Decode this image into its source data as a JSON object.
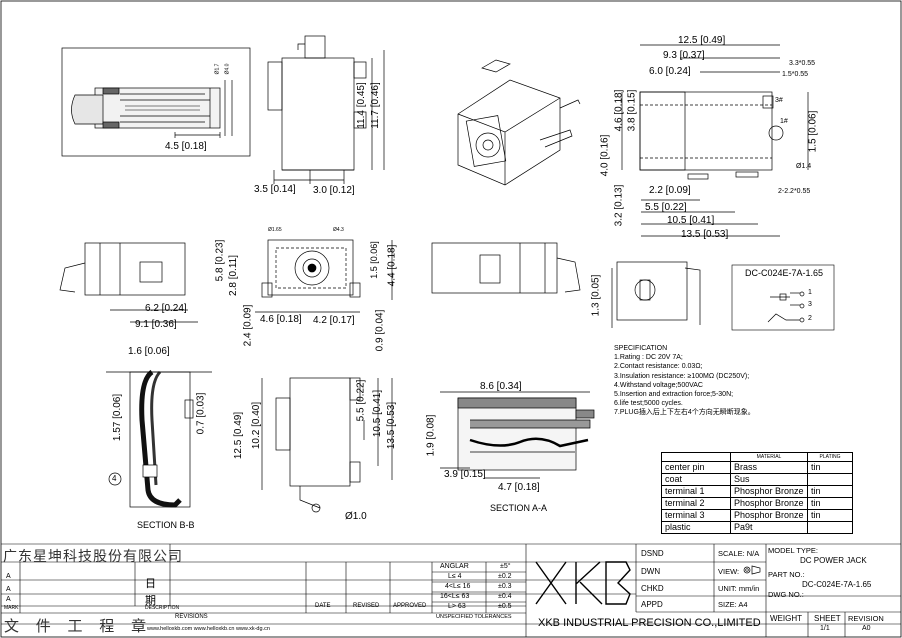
{
  "dims": {
    "d_4_5": "4.5 [0.18]",
    "d_11_4": "11.4 [0.45]",
    "d_11_7": "11.7 [0.46]",
    "d_3_5": "3.5 [0.14]",
    "d_3_0": "3.0 [0.12]",
    "d_phi17": "Ø1.7",
    "d_phi40": "Ø4.0",
    "d_12_5": "12.5 [0.49]",
    "d_9_3": "9.3 [0.37]",
    "d_6_0": "6.0 [0.24]",
    "d_3_3": "3.3*0.55",
    "d_1_5x": "1.5*0.55",
    "d_4_6": "4.6 [0.18]",
    "d_3_8": "3.8 [0.15]",
    "d_4_0": "4.0 [0.16]",
    "d_1_5r": "1.5 [0.06]",
    "d_3_2": "3.2 [0.13]",
    "d_2_2": "2.2 [0.09]",
    "d_5_5a": "5.5 [0.22]",
    "d_10_5a": "10.5 [0.41]",
    "d_13_5a": "13.5 [0.53]",
    "d_phi14": "Ø1.4",
    "d_2_2x": "2-2.2*0.55",
    "d_6_2": "6.2 [0.24]",
    "d_9_1": "9.1 [0.36]",
    "d_5_8": "5.8 [0.23]",
    "d_2_8": "2.8 [0.11]",
    "d_2_4": "2.4 [0.09]",
    "d_4_6b": "4.6 [0.18]",
    "d_4_2": "4.2 [0.17]",
    "d_1_5b": "1.5 [0.06]",
    "d_4_4": "4.4 [0.18]",
    "d_0_9": "0.9 [0.04]",
    "d_phi165": "Ø1.65",
    "d_phi43": "Ø4.3",
    "d_1_3": "1.3 [0.05]",
    "d_1_6": "1.6 [0.06]",
    "d_1_57": "1.57 [0.06]",
    "d_0_7": "0.7 [0.03]",
    "d_12_5b": "12.5 [0.49]",
    "d_10_2": "10.2 [0.40]",
    "d_5_5b": "5.5 [0.22]",
    "d_10_5b": "10.5 [0.41]",
    "d_13_5b": "13.5 [0.53]",
    "d_phi10": "Ø1.0",
    "d_8_6": "8.6 [0.34]",
    "d_1_9": "1.9 [0.08]",
    "d_3_9": "3.9 [0.15]",
    "d_4_7": "4.7 [0.18]"
  },
  "labels": {
    "section_bb": "SECTION B-B",
    "section_aa": "SECTION A-A",
    "balloon": "4",
    "pin3a": "3#",
    "pin1a": "1#"
  },
  "part_box": {
    "title": "DC-C024E-7A-1.65",
    "pins": [
      "1",
      "3",
      "2"
    ]
  },
  "spec": {
    "title": "SPECIFICATION",
    "lines": [
      "1.Rating : DC 20V 7A;",
      "2.Contact resistance: 0.03Ω;",
      "3.Insulation resistance: ≥100MΩ (DC250V);",
      "4.Withstand voltage;500VAC",
      "5.Insertion and extraction force;5-30N;",
      "6.life test;5000 cycles.",
      "7.PLUG插入后上下左右4个方向无瞬断现象。"
    ]
  },
  "materials": {
    "header": [
      "",
      "MATERIAL",
      "PLATING"
    ],
    "rows": [
      [
        "center pin",
        "Brass",
        "tin"
      ],
      [
        "coat",
        "Sus",
        ""
      ],
      [
        "terminal 1",
        "Phosphor Bronze",
        "tin"
      ],
      [
        "terminal 2",
        "Phosphor Bronze",
        "tin"
      ],
      [
        "terminal 3",
        "Phosphor Bronze",
        "tin"
      ],
      [
        "plastic",
        "Pa9t",
        ""
      ]
    ]
  },
  "stamp": {
    "company": "广东星坤科技股份有限公司",
    "doc": "文 件 工 程 章",
    "day": "日",
    "period": "期"
  },
  "revisions": {
    "marks": [
      "A",
      "A",
      "A"
    ],
    "mark": "MARK",
    "description": "DESCRIPTION",
    "revisions": "REVISIONS",
    "date": "DATE",
    "revised": "REVISED",
    "approved": "APPROVED"
  },
  "tolerance": {
    "angular": "ANGLAR",
    "angular_val": "±5°",
    "rows": [
      [
        "L≤  4",
        "±0.2"
      ],
      [
        "4<L≤  16",
        "±0.3"
      ],
      [
        "16<L≤  63",
        "±0.4"
      ],
      [
        "L>  63",
        "±0.5"
      ]
    ],
    "label": "UNSPECIFIED TOLERANCES"
  },
  "logo": "XKB",
  "company": "XKB INDUSTRIAL PRECISION CO.,LIMITED",
  "websites": "www.helloxkb.com   www.helloxkb.cn   www.xk-dg.cn",
  "title_block": {
    "dsnd": "DSND",
    "dwn": "DWN",
    "chkd": "CHKD",
    "appd": "APPD",
    "scale": "SCALE: N/A",
    "view": "VIEW:",
    "unit": "UNIT: mm/in",
    "size": "SIZE: A4",
    "model_type_label": "MODEL TYPE:",
    "model_type": "DC POWER JACK",
    "part_no_label": "PART NO.:",
    "part_no": "DC-C024E-7A-1.65",
    "dwg_no": "DWG NO.:",
    "weight": "WEIGHT",
    "sheet": "SHEET",
    "sheet_val": "1/1",
    "revision": "REVISION",
    "revision_val": "A0"
  }
}
